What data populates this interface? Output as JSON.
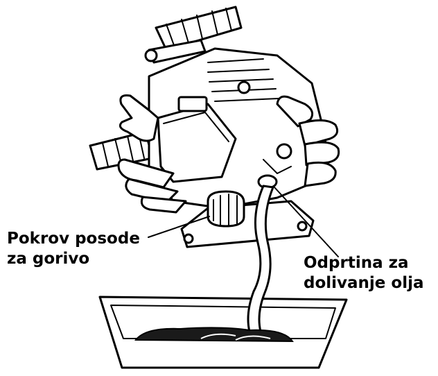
{
  "callouts": {
    "fuel_cap": [
      "Pokrov posode",
      "za gorivo"
    ],
    "oil_filler": [
      "Odprtina za",
      "dolivanje olja"
    ]
  },
  "colors": {
    "ink": "#000000",
    "paper": "#ffffff",
    "oil": "#1a1a1a"
  },
  "icons": {
    "engine": "engine-icon",
    "hands": "hand-icon",
    "drain_pan": "drain-pan-icon",
    "oil_stream": "oil-stream-icon"
  }
}
